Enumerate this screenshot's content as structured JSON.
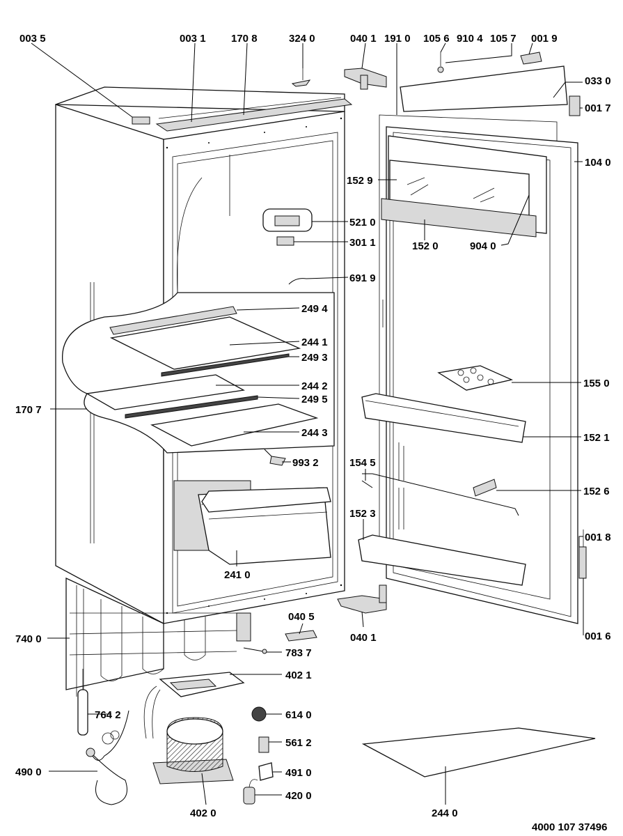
{
  "doc_number": "4000 107 37496",
  "labels": {
    "l0035": "003 5",
    "l0031": "003 1",
    "l1708": "170 8",
    "l3240": "324 0",
    "l0401a": "040 1",
    "l1910": "191 0",
    "l1056": "105 6",
    "l9104": "910 4",
    "l1057": "105 7",
    "l0019": "001 9",
    "l0330": "033 0",
    "l0017": "001 7",
    "l1040": "104 0",
    "l1529": "152 9",
    "l5210": "521 0",
    "l3011": "301 1",
    "l1520": "152 0",
    "l9040": "904 0",
    "l6919": "691 9",
    "l2494": "249 4",
    "l2441": "244 1",
    "l2493": "249 3",
    "l2442": "244 2",
    "l2495": "249 5",
    "l1707": "170 7",
    "l2443": "244 3",
    "l1550": "155 0",
    "l1521": "152 1",
    "l9932": "993 2",
    "l1545": "154 5",
    "l1526": "152 6",
    "l1523": "152 3",
    "l0018": "001 8",
    "l2410": "241 0",
    "l0405": "040 5",
    "l0401b": "040 1",
    "l0016": "001 6",
    "l7400": "740 0",
    "l7837": "783 7",
    "l4021": "402 1",
    "l6140": "614 0",
    "l7642": "764 2",
    "l5612": "561 2",
    "l4900": "490 0",
    "l4910": "491 0",
    "l4200": "420 0",
    "l4020": "402 0",
    "l2440": "244 0"
  }
}
